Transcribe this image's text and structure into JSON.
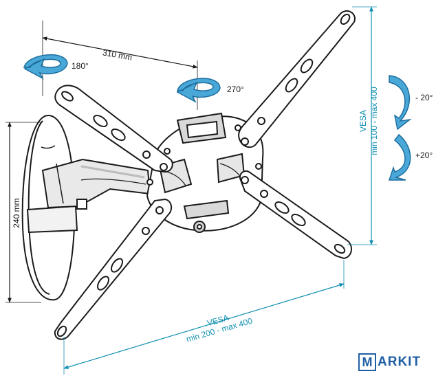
{
  "colors": {
    "dimension": "#0f8fb0",
    "arrow_fill": "#4aa8d8",
    "arrow_stroke": "#1e6f9f",
    "line": "#1a1a1a",
    "logo": "#1f5fa5"
  },
  "dimensions": {
    "swivel_width": "310 mm",
    "height": "240 mm",
    "vesa_horizontal_label": "VESA",
    "vesa_horizontal_range": "min 200 - max 400",
    "vesa_vertical_label": "VESA",
    "vesa_vertical_range": "min 100 - max 400"
  },
  "rotations": {
    "arm_swivel": "180°",
    "plate_rotation": "270°",
    "tilt_up": "- 20°",
    "tilt_down": "+20°"
  },
  "icons": [
    "rotate-arrow-icon",
    "tilt-arrow-icon"
  ],
  "logo": {
    "initial": "M",
    "rest": "ARKIT"
  }
}
